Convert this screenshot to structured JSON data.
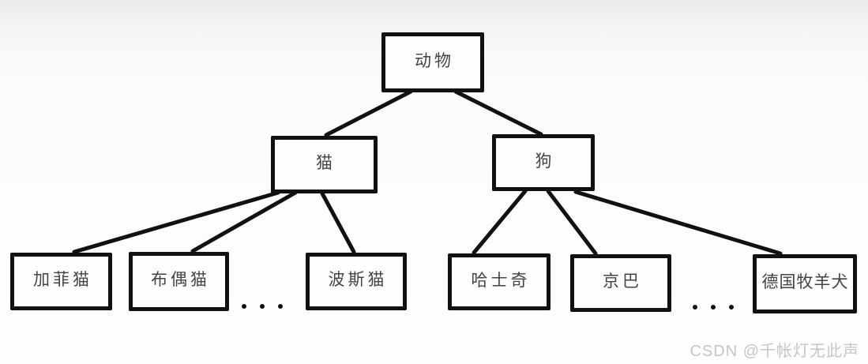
{
  "diagram": {
    "description": "animal classification tree",
    "nodes": {
      "root": {
        "label": "动物"
      },
      "cat": {
        "label": "猫"
      },
      "dog": {
        "label": "狗"
      },
      "garfield": {
        "label": "加菲猫"
      },
      "ragdoll": {
        "label": "布偶猫"
      },
      "persian": {
        "label": "波斯猫"
      },
      "husky": {
        "label": "哈士奇"
      },
      "pekingese": {
        "label": "京巴"
      },
      "german_shepherd": {
        "label": "德国牧羊犬"
      }
    },
    "edges": [
      {
        "from": "root",
        "to": "cat"
      },
      {
        "from": "root",
        "to": "dog"
      },
      {
        "from": "cat",
        "to": "garfield"
      },
      {
        "from": "cat",
        "to": "ragdoll"
      },
      {
        "from": "cat",
        "to": "persian"
      },
      {
        "from": "dog",
        "to": "husky"
      },
      {
        "from": "dog",
        "to": "pekingese"
      },
      {
        "from": "dog",
        "to": "german_shepherd"
      }
    ],
    "ellipsis_cat_row": "· · ·",
    "ellipsis_dog_row": "· · ·"
  },
  "watermark": {
    "text": "CSDN @千帐灯无此声"
  },
  "colors": {
    "edge_line": "#111111",
    "node_border": "#111111",
    "node_text": "#434343",
    "background_top": "#ebebe9",
    "background_main": "#fdfdfc",
    "watermark_text": "#c6c6c2"
  }
}
